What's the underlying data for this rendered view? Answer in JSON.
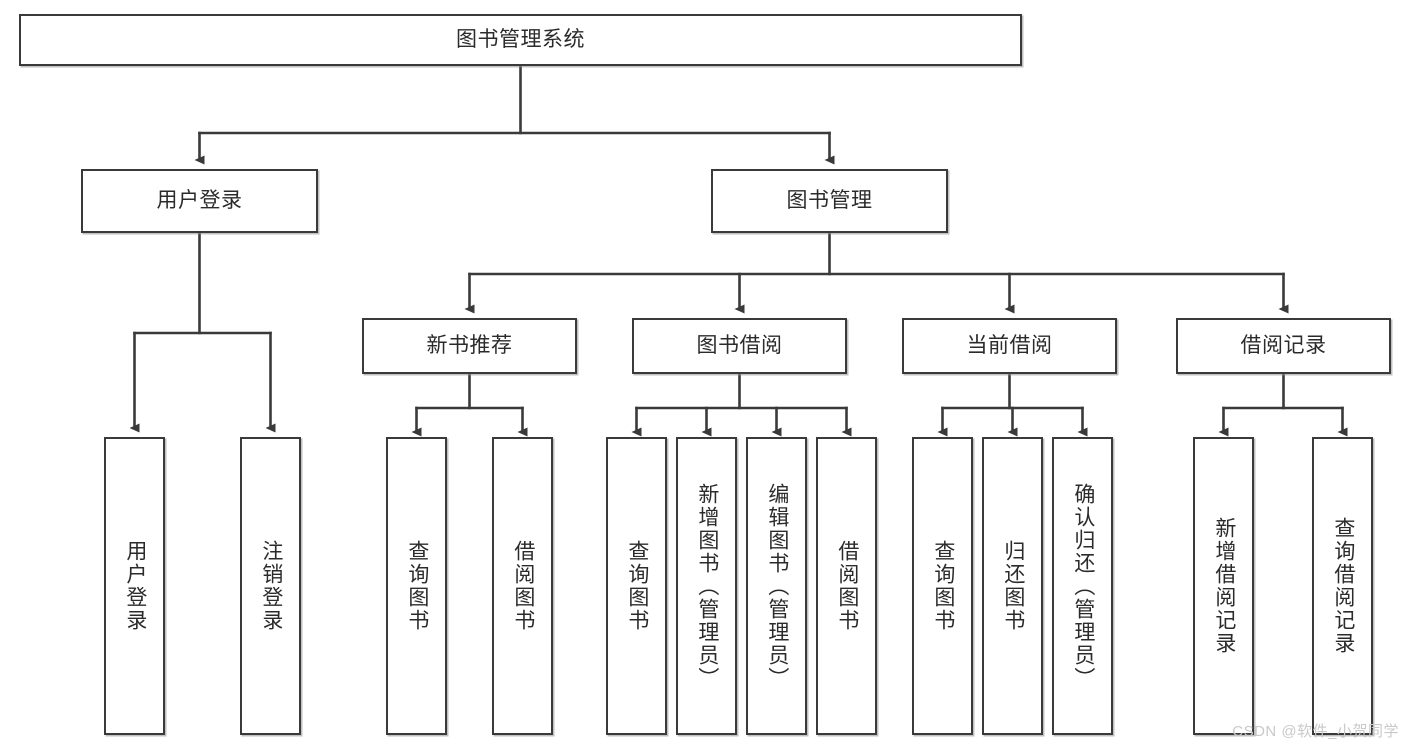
{
  "diagram": {
    "title": "图书管理系统",
    "watermark": "CSDN @软件_小贺同学",
    "colors": {
      "box_border": "#3a3a3a",
      "box_fill": "#ffffff",
      "connector": "#3a3a3a",
      "text": "#2b2b2b",
      "watermark": "#c9c9c9",
      "background": "#ffffff"
    },
    "root": {
      "label": "图书管理系统"
    },
    "level1": [
      {
        "label": "用户登录"
      },
      {
        "label": "图书管理"
      }
    ],
    "level2": [
      {
        "label": "新书推荐"
      },
      {
        "label": "图书借阅"
      },
      {
        "label": "当前借阅"
      },
      {
        "label": "借阅记录"
      }
    ],
    "leaves": {
      "user_login": [
        {
          "label": "用户登录"
        },
        {
          "label": "注销登录"
        }
      ],
      "new_book_recommend": [
        {
          "label": "查询图书"
        },
        {
          "label": "借阅图书"
        }
      ],
      "book_borrow": [
        {
          "label": "查询图书"
        },
        {
          "label": "新增图书（管理员）"
        },
        {
          "label": "编辑图书（管理员）"
        },
        {
          "label": "借阅图书"
        }
      ],
      "current_borrow": [
        {
          "label": "查询图书"
        },
        {
          "label": "归还图书"
        },
        {
          "label": "确认归还（管理员）"
        }
      ],
      "borrow_record": [
        {
          "label": "新增借阅记录"
        },
        {
          "label": "查询借阅记录"
        }
      ]
    }
  }
}
